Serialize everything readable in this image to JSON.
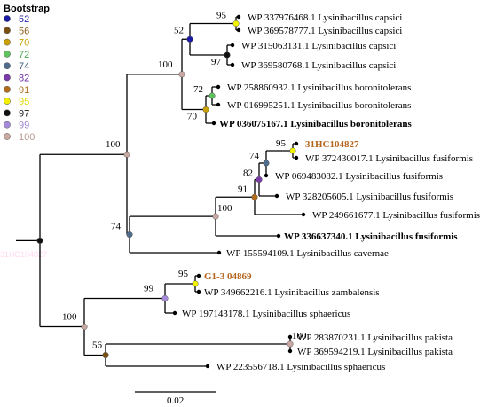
{
  "legend": {
    "title": "Bootstrap",
    "items": [
      {
        "label": "52",
        "color": "#1a1aa6",
        "text_color": "#2a2aa8"
      },
      {
        "label": "56",
        "color": "#7a5012",
        "text_color": "#8a5a1a"
      },
      {
        "label": "70",
        "color": "#c8a000",
        "text_color": "#c8a000"
      },
      {
        "label": "72",
        "color": "#5ec25e",
        "text_color": "#4aa84a"
      },
      {
        "label": "74",
        "color": "#4f6c8c",
        "text_color": "#3e5c7c"
      },
      {
        "label": "82",
        "color": "#7a3aa8",
        "text_color": "#6a2aa0"
      },
      {
        "label": "91",
        "color": "#b06a1a",
        "text_color": "#b06a1a"
      },
      {
        "label": "95",
        "color": "#f0f000",
        "text_color": "#e0d800"
      },
      {
        "label": "97",
        "color": "#111111",
        "text_color": "#111111"
      },
      {
        "label": "99",
        "color": "#a48ad8",
        "text_color": "#9a80d0"
      },
      {
        "label": "100",
        "color": "#c8a8a0",
        "text_color": "#b89890"
      }
    ]
  },
  "leaves": [
    {
      "label": "WP 337976468.1 Lysinibacillus capsici",
      "bold": false
    },
    {
      "label": "WP 369578777.1 Lysinibacillus capsici",
      "bold": false
    },
    {
      "label": "WP 315063131.1 Lysinibacillus capsici",
      "bold": false
    },
    {
      "label": "WP 369580768.1 Lysinibacillus capsici",
      "bold": false
    },
    {
      "label": "WP 258860932.1 Lysinibacillus boronitolerans",
      "bold": false
    },
    {
      "label": "WP 016995251.1 Lysinibacillus boronitolerans",
      "bold": false
    },
    {
      "label": "WP 036075167.1 Lysinibacillus boronitolerans",
      "bold": true
    },
    {
      "label": "31HC104827",
      "bold": true,
      "highlight": true
    },
    {
      "label": "WP 372430017.1 Lysinibacillus fusiformis",
      "bold": false
    },
    {
      "label": "WP 069483082.1 Lysinibacillus fusiformis",
      "bold": false
    },
    {
      "label": "WP 328205605.1 Lysinibacillus fusiformis",
      "bold": false
    },
    {
      "label": "WP 249661677.1 Lysinibacillus fusiformis",
      "bold": false
    },
    {
      "label": "WP 336637340.1 Lysinibacillus fusiformis",
      "bold": true
    },
    {
      "label": "WP 155594109.1 Lysinibacillus cavernae",
      "bold": false
    },
    {
      "label": "G1-3 04869",
      "bold": true,
      "highlight": true
    },
    {
      "label": "WP 349662216.1 Lysinibacillus zambalensis",
      "bold": false
    },
    {
      "label": "WP 197143178.1 Lysinibacillus sphaericus",
      "bold": false
    },
    {
      "label": "WP 283870231.1 Lysinibacillus pakista",
      "bold": false
    },
    {
      "label": "WP 369594219.1 Lysinibacillus pakista",
      "bold": false
    },
    {
      "label": "WP 223556718.1 Lysinibacillus sphaericus",
      "bold": false
    }
  ],
  "bootstrap_labels": [
    "95",
    "52",
    "97",
    "100",
    "72",
    "70",
    "95",
    "74",
    "82",
    "91",
    "100",
    "100",
    "74",
    "95",
    "99",
    "100",
    "100",
    "56"
  ],
  "scale_bar": {
    "label": "0.02"
  },
  "watermark": "31HC104827"
}
